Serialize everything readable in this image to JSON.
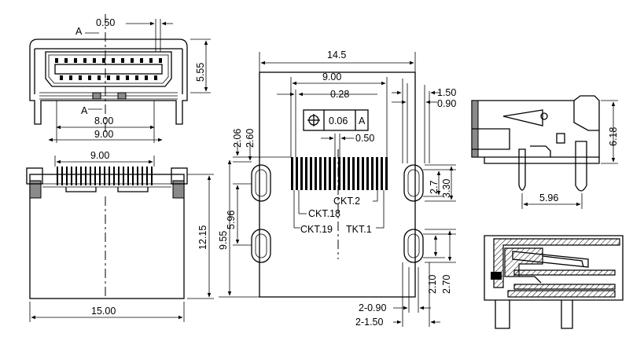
{
  "top_view": {
    "dim_pitch": "0.50",
    "section_a_top": "A",
    "section_a_bottom": "A",
    "dim_height": "5.55",
    "dim_inner_width": "8.00",
    "dim_outer_width": "9.00"
  },
  "bottom_view": {
    "dim_contact_row": "9.00",
    "dim_depth": "12.15",
    "dim_width": "15.00"
  },
  "footprint": {
    "dim_total_width": "14.5",
    "dim_pad_row_width": "9.00",
    "dim_pad_pitch_offset": "0.28",
    "dim_pad_width": "0.50",
    "tolerance_frame": {
      "symbol": "⊕",
      "value": "0.06",
      "datum": "A"
    },
    "dim_slot_edge_1": "1.50",
    "dim_slot_edge_2": "0.90",
    "dim_row_offset_1": "2.06",
    "dim_row_offset_2": "2.60",
    "dim_slot_len_1": "2.7",
    "dim_slot_len_2": "3.30",
    "dim_slot_to_slot": "5.96",
    "dim_front_slot_offset": "9.55",
    "dim_front_slot_len_1": "2.10",
    "dim_front_slot_len_2": "2.70",
    "label_ckt2": "CKT.2",
    "label_ckt18": "CKT.18",
    "label_ckt19": "CKT.19",
    "label_tkt1": "TKT.1",
    "dim_hole_1": "2-0.90",
    "dim_hole_2": "2-1.50"
  },
  "side_view": {
    "dim_height": "6.18",
    "dim_leg_spacing": "5.96"
  }
}
